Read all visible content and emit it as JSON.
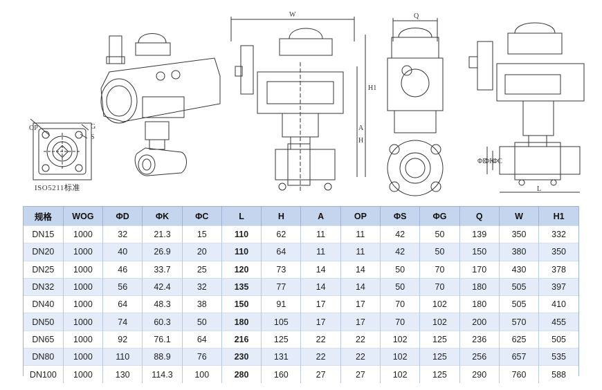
{
  "drawing": {
    "iso_label": "ISO5211标准",
    "dim_labels": {
      "op": "OP",
      "g": "G",
      "s": "S",
      "w": "W",
      "q": "Q",
      "h1": "H1",
      "h": "H",
      "a": "A",
      "phi_d": "ΦD",
      "phi_k": "ΦK",
      "phi_c": "ΦC",
      "l": "L"
    }
  },
  "table": {
    "headers": [
      "规格",
      "WOG",
      "ΦD",
      "ΦK",
      "ΦC",
      "L",
      "H",
      "A",
      "OP",
      "ΦS",
      "ΦG",
      "Q",
      "W",
      "H1"
    ],
    "rows": [
      [
        "DN15",
        "1000",
        "32",
        "21.3",
        "15",
        "110",
        "62",
        "11",
        "11",
        "42",
        "50",
        "139",
        "350",
        "332"
      ],
      [
        "DN20",
        "1000",
        "40",
        "26.9",
        "20",
        "110",
        "64",
        "11",
        "11",
        "42",
        "50",
        "150",
        "380",
        "350"
      ],
      [
        "DN25",
        "1000",
        "46",
        "33.7",
        "25",
        "120",
        "73",
        "14",
        "14",
        "50",
        "70",
        "170",
        "430",
        "378"
      ],
      [
        "DN32",
        "1000",
        "56",
        "42.4",
        "32",
        "135",
        "77",
        "14",
        "14",
        "50",
        "70",
        "180",
        "505",
        "397"
      ],
      [
        "DN40",
        "1000",
        "64",
        "48.3",
        "38",
        "150",
        "91",
        "17",
        "17",
        "70",
        "102",
        "180",
        "505",
        "410"
      ],
      [
        "DN50",
        "1000",
        "74",
        "60.3",
        "50",
        "180",
        "105",
        "17",
        "17",
        "70",
        "102",
        "200",
        "570",
        "455"
      ],
      [
        "DN65",
        "1000",
        "92",
        "76.1",
        "64",
        "216",
        "125",
        "22",
        "22",
        "102",
        "125",
        "236",
        "625",
        "505"
      ],
      [
        "DN80",
        "1000",
        "110",
        "88.9",
        "76",
        "230",
        "131",
        "22",
        "22",
        "102",
        "125",
        "256",
        "657",
        "535"
      ],
      [
        "DN100",
        "1000",
        "130",
        "114.3",
        "100",
        "280",
        "160",
        "27",
        "27",
        "102",
        "125",
        "290",
        "760",
        "588"
      ]
    ]
  }
}
